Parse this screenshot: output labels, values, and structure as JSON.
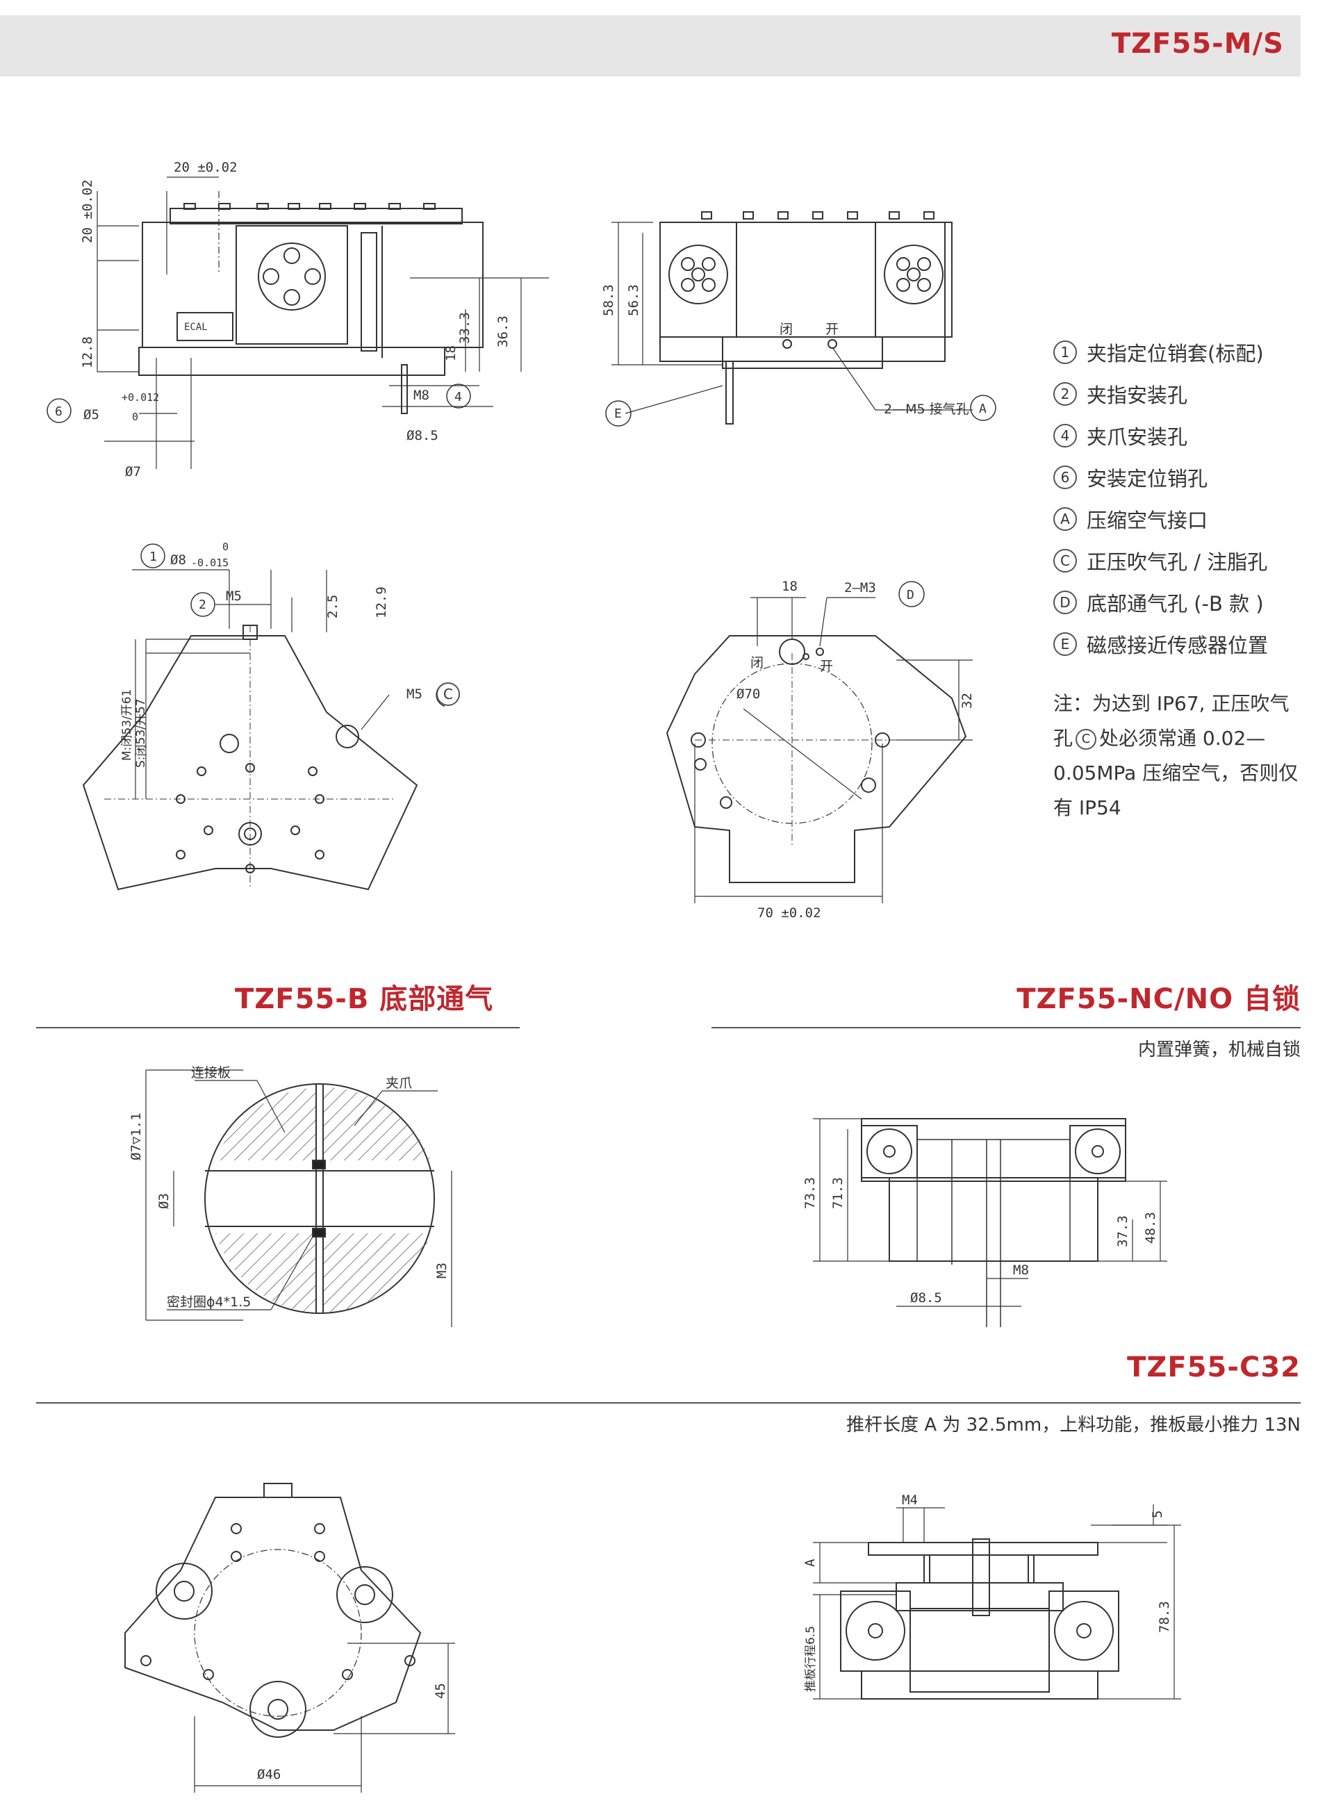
{
  "header": {
    "model": "TZF55-M/S"
  },
  "drawing1": {
    "dim_top": "20 ±0.02",
    "dim_left_top": "20 ±0.02",
    "dim_left_low": "12.8",
    "dim_33": "33.3",
    "dim_36": "36.3",
    "dim_18": "18",
    "m8": "M8",
    "phi7": "Ø7",
    "phi85": "Ø8.5",
    "phi5": "Ø5",
    "tol_up": "+0.012",
    "tol_lo": "0",
    "marker6": "6",
    "marker4": "4",
    "logo_text": "ECAL"
  },
  "drawing2": {
    "dim_583": "58.3",
    "dim_563": "56.3",
    "m5_label": "2—M5 接气孔",
    "marker_e": "E",
    "marker_a": "A",
    "close": "闭",
    "open": "开"
  },
  "drawing3": {
    "phi8": "Ø8",
    "tol0": "0",
    "tol015": "-0.015",
    "marker1": "1",
    "marker2": "2",
    "m5": "M5",
    "dim25": "2.5",
    "dim129": "12.9",
    "side_m": "M:闭53/开61",
    "side_s": "S:闭53/开57",
    "m5c": "M5",
    "marker_c": "C"
  },
  "drawing4": {
    "dim18": "18",
    "m3": "2—M3",
    "marker_d": "D",
    "phi70": "Ø70",
    "dim32": "32",
    "dim70": "70 ±0.02",
    "close": "闭",
    "open": "开"
  },
  "legend": [
    {
      "mark": "1",
      "text": "夹指定位销套(标配)"
    },
    {
      "mark": "2",
      "text": "夹指安装孔"
    },
    {
      "mark": "4",
      "text": "夹爪安装孔"
    },
    {
      "mark": "6",
      "text": "安装定位销孔"
    },
    {
      "mark": "A",
      "text": "压缩空气接口"
    },
    {
      "mark": "C",
      "text": "正压吹气孔 / 注脂孔"
    },
    {
      "mark": "D",
      "text": "底部通气孔 (-B 款 )"
    },
    {
      "mark": "E",
      "text": "磁感接近传感器位置"
    }
  ],
  "note": {
    "part1": "注：为达到 IP67, 正压吹气孔",
    "mark": "C",
    "part2": "处必须常通 0.02—0.05MPa 压缩空气，否则仅有 IP54"
  },
  "section_b": {
    "title": "TZF55-B 底部通气",
    "phi7": "Ø7▽1.1",
    "phi3": "Ø3",
    "m3": "M3",
    "plate": "连接板",
    "jaw": "夹爪",
    "seal": "密封圈ϕ4*1.5"
  },
  "section_nc": {
    "title": "TZF55-NC/NO 自锁",
    "desc": "内置弹簧，机械自锁",
    "dim733": "73.3",
    "dim713": "71.3",
    "dim373": "37.3",
    "dim483": "48.3",
    "m8": "M8",
    "phi85": "Ø8.5"
  },
  "section_c32": {
    "title": "TZF55-C32",
    "desc": "推杆长度 A 为 32.5mm，上料功能，推板最小推力 13N",
    "dim45": "45",
    "phi46": "Ø46",
    "m4": "M4",
    "dim5": "5",
    "a": "A",
    "stroke": "推板行程6.5",
    "dim783": "78.3"
  }
}
